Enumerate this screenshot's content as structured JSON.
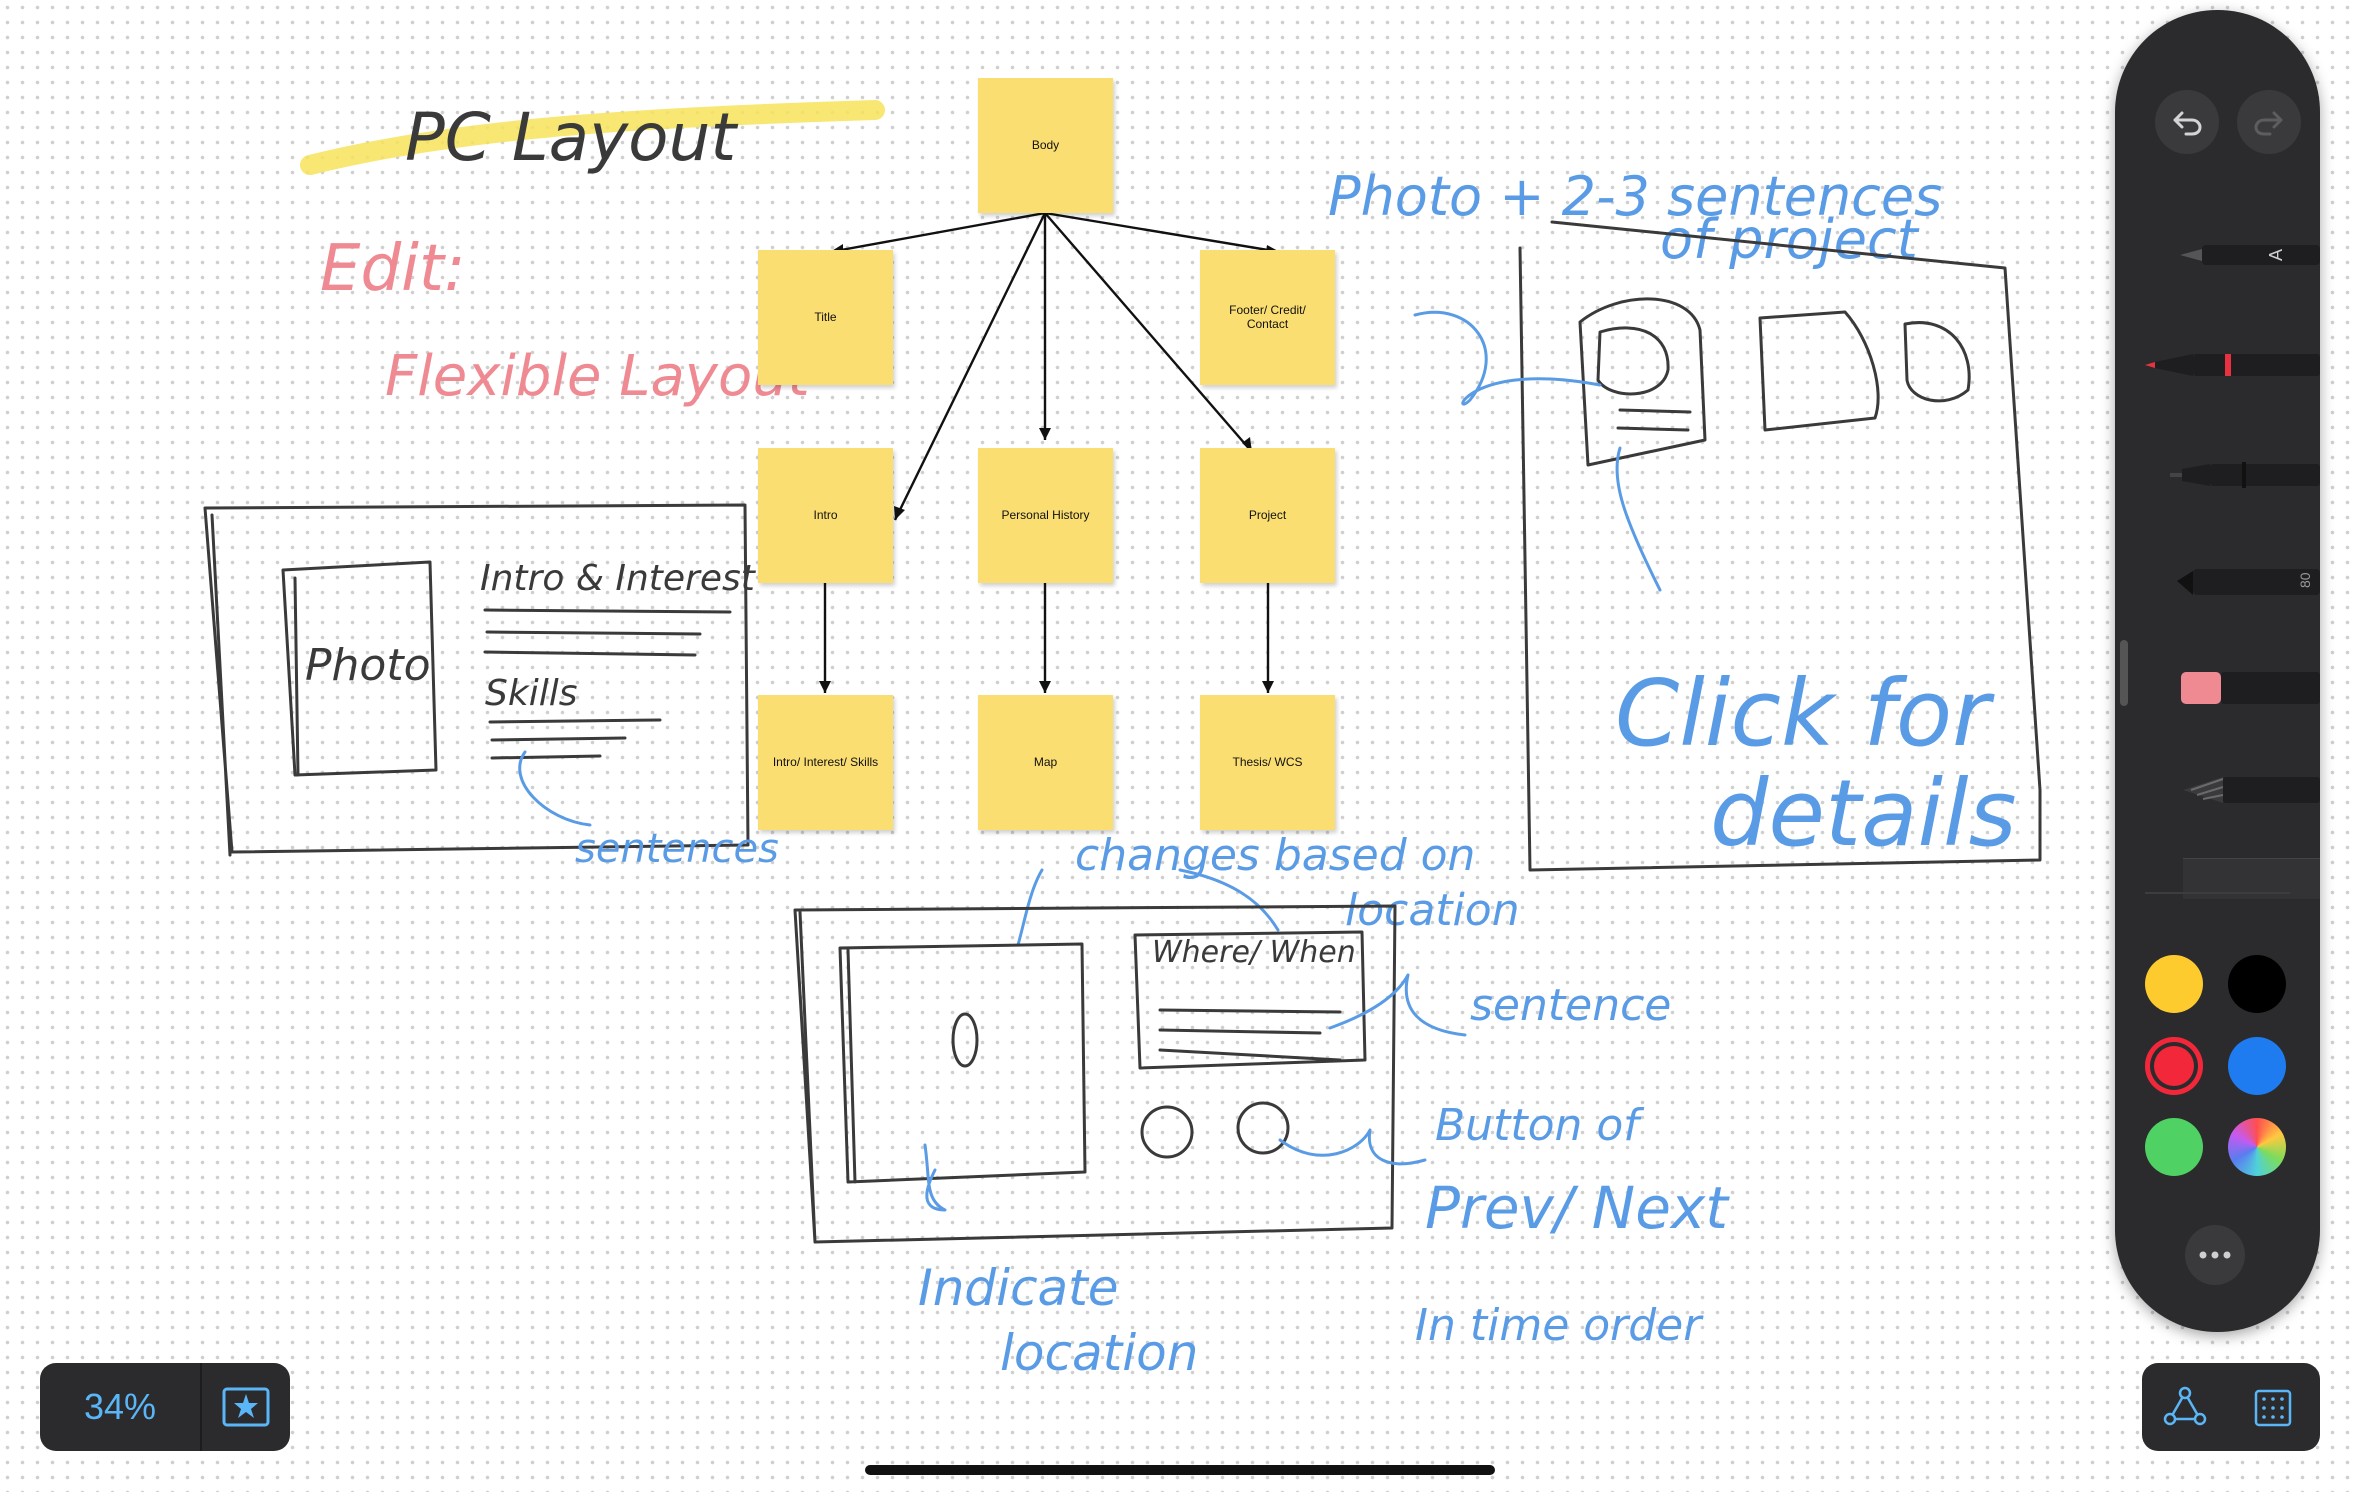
{
  "zoom": {
    "level": "34%"
  },
  "notes": {
    "body": "Body",
    "title": "Title",
    "footer": "Footer/ Credit/ Contact",
    "intro": "Intro",
    "personal_history": "Personal History",
    "project": "Project",
    "intro_skills": "Intro/ Interest/ Skills",
    "map": "Map",
    "thesis": "Thesis/ WCS"
  },
  "handwriting": {
    "pc_layout": "PC Layout",
    "edit": "Edit:",
    "flexible_layout": "Flexible Layout",
    "photo": "Photo",
    "intro_interest": "Intro & Interest",
    "skills": "Skills",
    "sentences": "sentences",
    "photo_sentences": "Photo + 2-3 sentences",
    "of_project": "of project",
    "click_for": "Click for",
    "details": "details",
    "changes_based_on": "changes based on",
    "location": "location",
    "where_when": "Where/ When",
    "sentence": "sentence",
    "button_of": "Button of",
    "prev_next": "Prev/ Next",
    "in_time_order": "In time order",
    "indicate": "Indicate",
    "location2": "location"
  },
  "toolbar": {
    "undo_icon": "undo-icon",
    "redo_icon": "redo-icon",
    "marker_width": "80",
    "more_icon": "ellipsis-icon",
    "shapes_icon": "shapes-icon",
    "grid_icon": "grid-icon",
    "favorite_icon": "star-icon",
    "pen_a_label": "A"
  },
  "colors": {
    "yellow": "#fdcb2e",
    "black": "#000000",
    "red": "#f2283a",
    "blue": "#1e7cf0",
    "green": "#4fd164",
    "sticky": "#fbde71",
    "ink_blue": "#5a9be6",
    "ink_red": "#ef8a93",
    "ink_gray": "#3a3a3a",
    "highlight": "#f7e35a"
  }
}
